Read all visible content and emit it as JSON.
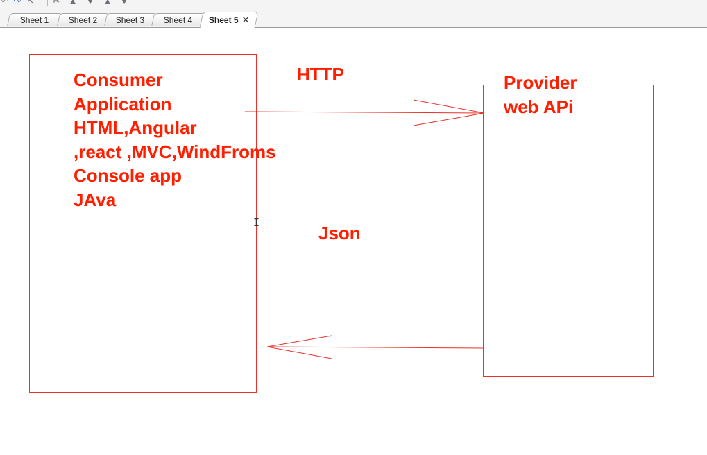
{
  "toolbar": {
    "icons": [
      "undo-icon",
      "redo-icon",
      "scissors-icon",
      "up-arrow-icon",
      "down-arrow-icon",
      "move-up-icon",
      "move-down-icon"
    ]
  },
  "tabs": [
    {
      "label": "Sheet 1",
      "active": false
    },
    {
      "label": "Sheet 2",
      "active": false
    },
    {
      "label": "Sheet 3",
      "active": false
    },
    {
      "label": "Sheet 4",
      "active": false
    },
    {
      "label": "Sheet 5",
      "active": true
    }
  ],
  "drawing": {
    "consumer_lines": [
      "Consumer",
      "Application",
      "HTML,Angular",
      ",react ,MVC,WindFroms",
      "Console app",
      "JAva"
    ],
    "http_label": "HTTP",
    "json_label": "Json",
    "provider_lines": [
      "Provider",
      "web APi"
    ],
    "ink_color": "#ff1e00",
    "line_color": "#e8322a"
  }
}
